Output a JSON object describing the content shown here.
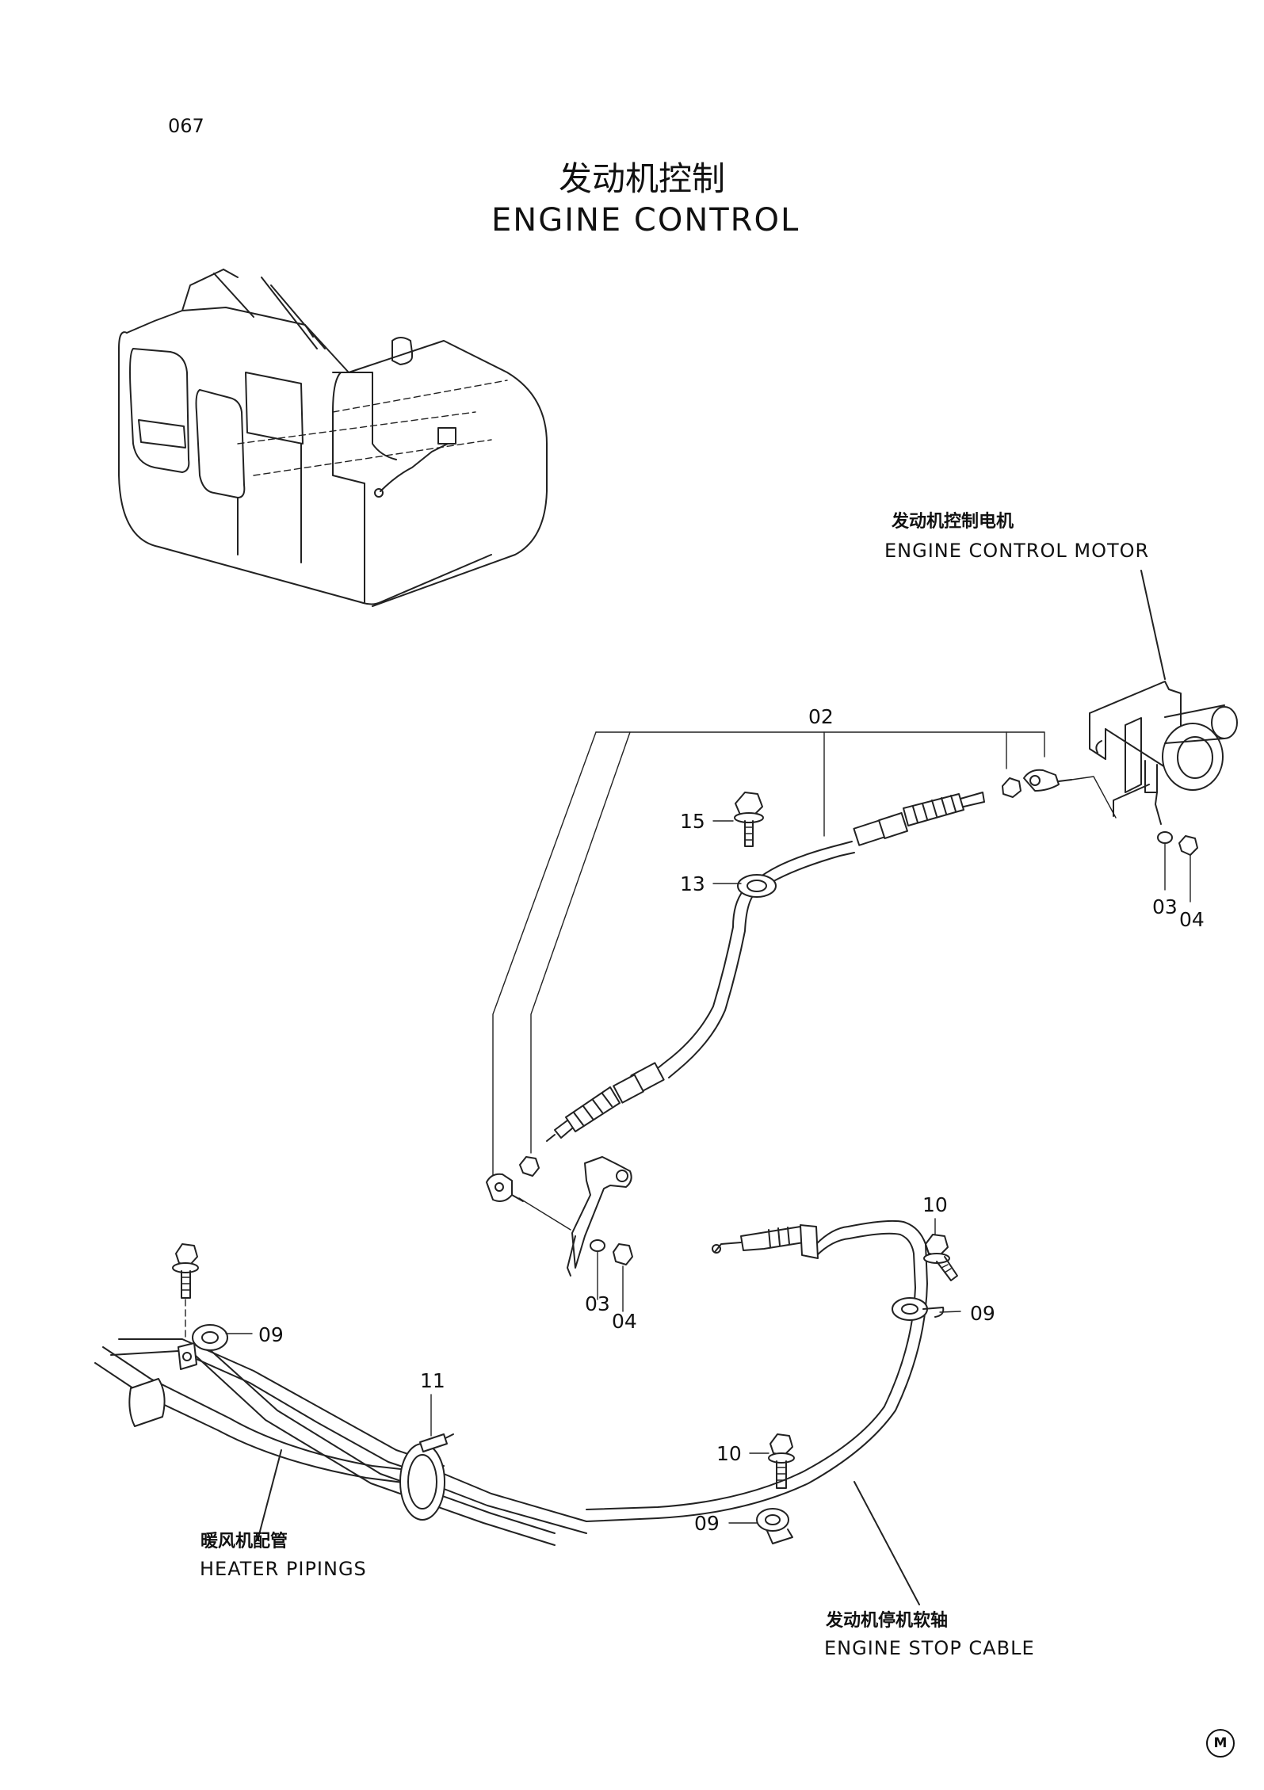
{
  "page": {
    "number": "067"
  },
  "title": {
    "cn": "发动机控制",
    "en": "ENGINE  CONTROL"
  },
  "captions": {
    "motor": {
      "cn": "发动机控制电机",
      "en": "ENGINE  CONTROL  MOTOR"
    },
    "heater": {
      "cn": "暖风机配管",
      "en": "HEATER  PIPINGS"
    },
    "stop_cable": {
      "cn": "发动机停机软轴",
      "en": "ENGINE  STOP  CABLE"
    }
  },
  "callouts": {
    "c02": "02",
    "c15": "15",
    "c13": "13",
    "c03_motor": "03",
    "c04_motor": "04",
    "c03_lever": "03",
    "c04_lever": "04",
    "c10_top": "10",
    "c09_right": "09",
    "c09_left": "09",
    "c11": "11",
    "c10_bottom": "10",
    "c09_bottom": "09"
  },
  "mark": "M"
}
